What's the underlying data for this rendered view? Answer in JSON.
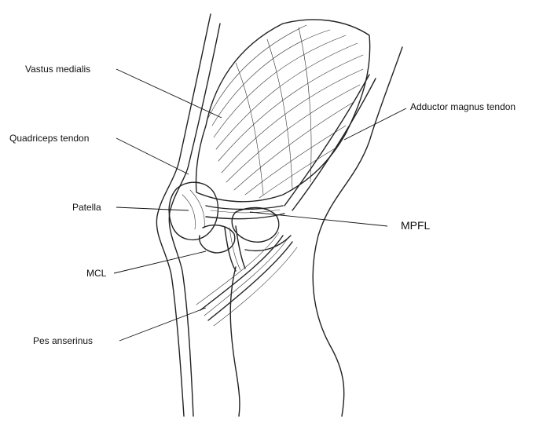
{
  "labels": {
    "vastus_medialis": "Vastus medialis",
    "quadriceps_tendon": "Quadriceps tendon",
    "patella": "Patella",
    "mcl": "MCL",
    "pes_anserinus": "Pes anserinus",
    "adductor_magnus_tendon": "Adductor magnus tendon",
    "mpfl": "MPFL"
  },
  "colors": {
    "line": "#222222",
    "background": "#ffffff"
  }
}
